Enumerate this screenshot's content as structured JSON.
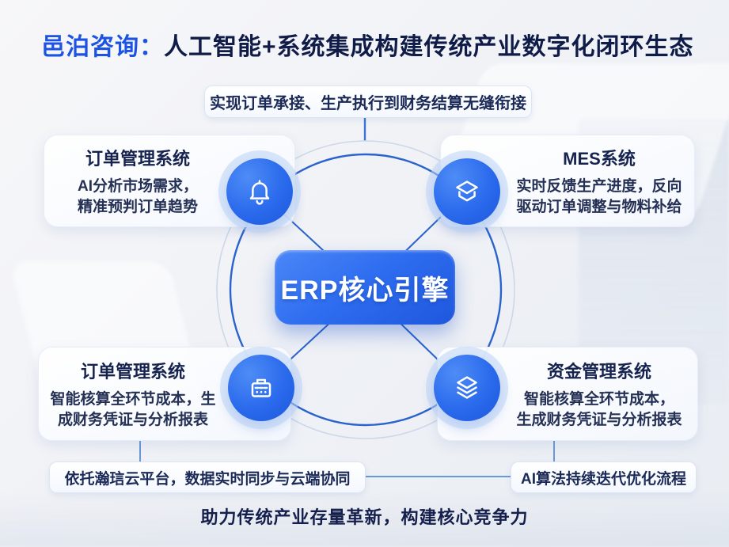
{
  "title": {
    "prefix": "邑泊咨询：",
    "main": "人工智能+系统集成构建传统产业数字化闭环生态"
  },
  "subtitle_pill": "实现订单承接、生产执行到财务结算无缝衔接",
  "center": {
    "label": "ERP核心引擎"
  },
  "quadrants": [
    {
      "position": "top-left",
      "title": "订单管理系统",
      "desc_lines": [
        "AI分析市场需求，",
        "精准预判订单趋势"
      ],
      "icon": "bell-icon"
    },
    {
      "position": "top-right",
      "title": "MES系统",
      "desc_lines": [
        "实时反馈生产进度，反向",
        "驱动订单调整与物料补给"
      ],
      "icon": "stack-box-icon"
    },
    {
      "position": "bottom-left",
      "title": "订单管理系统",
      "desc_lines": [
        "智能核算全环节成本，生",
        "成财务凭证与分析报表"
      ],
      "icon": "cash-register-icon"
    },
    {
      "position": "bottom-right",
      "title": "资金管理系统",
      "desc_lines": [
        "智能核算全环节成本，",
        "生成财务凭证与分析报表"
      ],
      "icon": "layers-icon"
    }
  ],
  "footnotes": {
    "left_pill": "依托瀚琂云平台，数据实时同步与云端协同",
    "right_pill": "AI算法持续迭代优化流程"
  },
  "slogan": "助力传统产业存量革新，构建核心竞争力",
  "colors": {
    "accent_blue": "#1d53e4",
    "navy_text": "#101c48",
    "badge_blue": "#2a6aec",
    "erp_gradient_start": "#4b87f7",
    "erp_gradient_end": "#1e57dd",
    "inner_circle": "#2b63cc",
    "outer_circle": "#ccd8ea",
    "connector": "#6a98d9"
  }
}
